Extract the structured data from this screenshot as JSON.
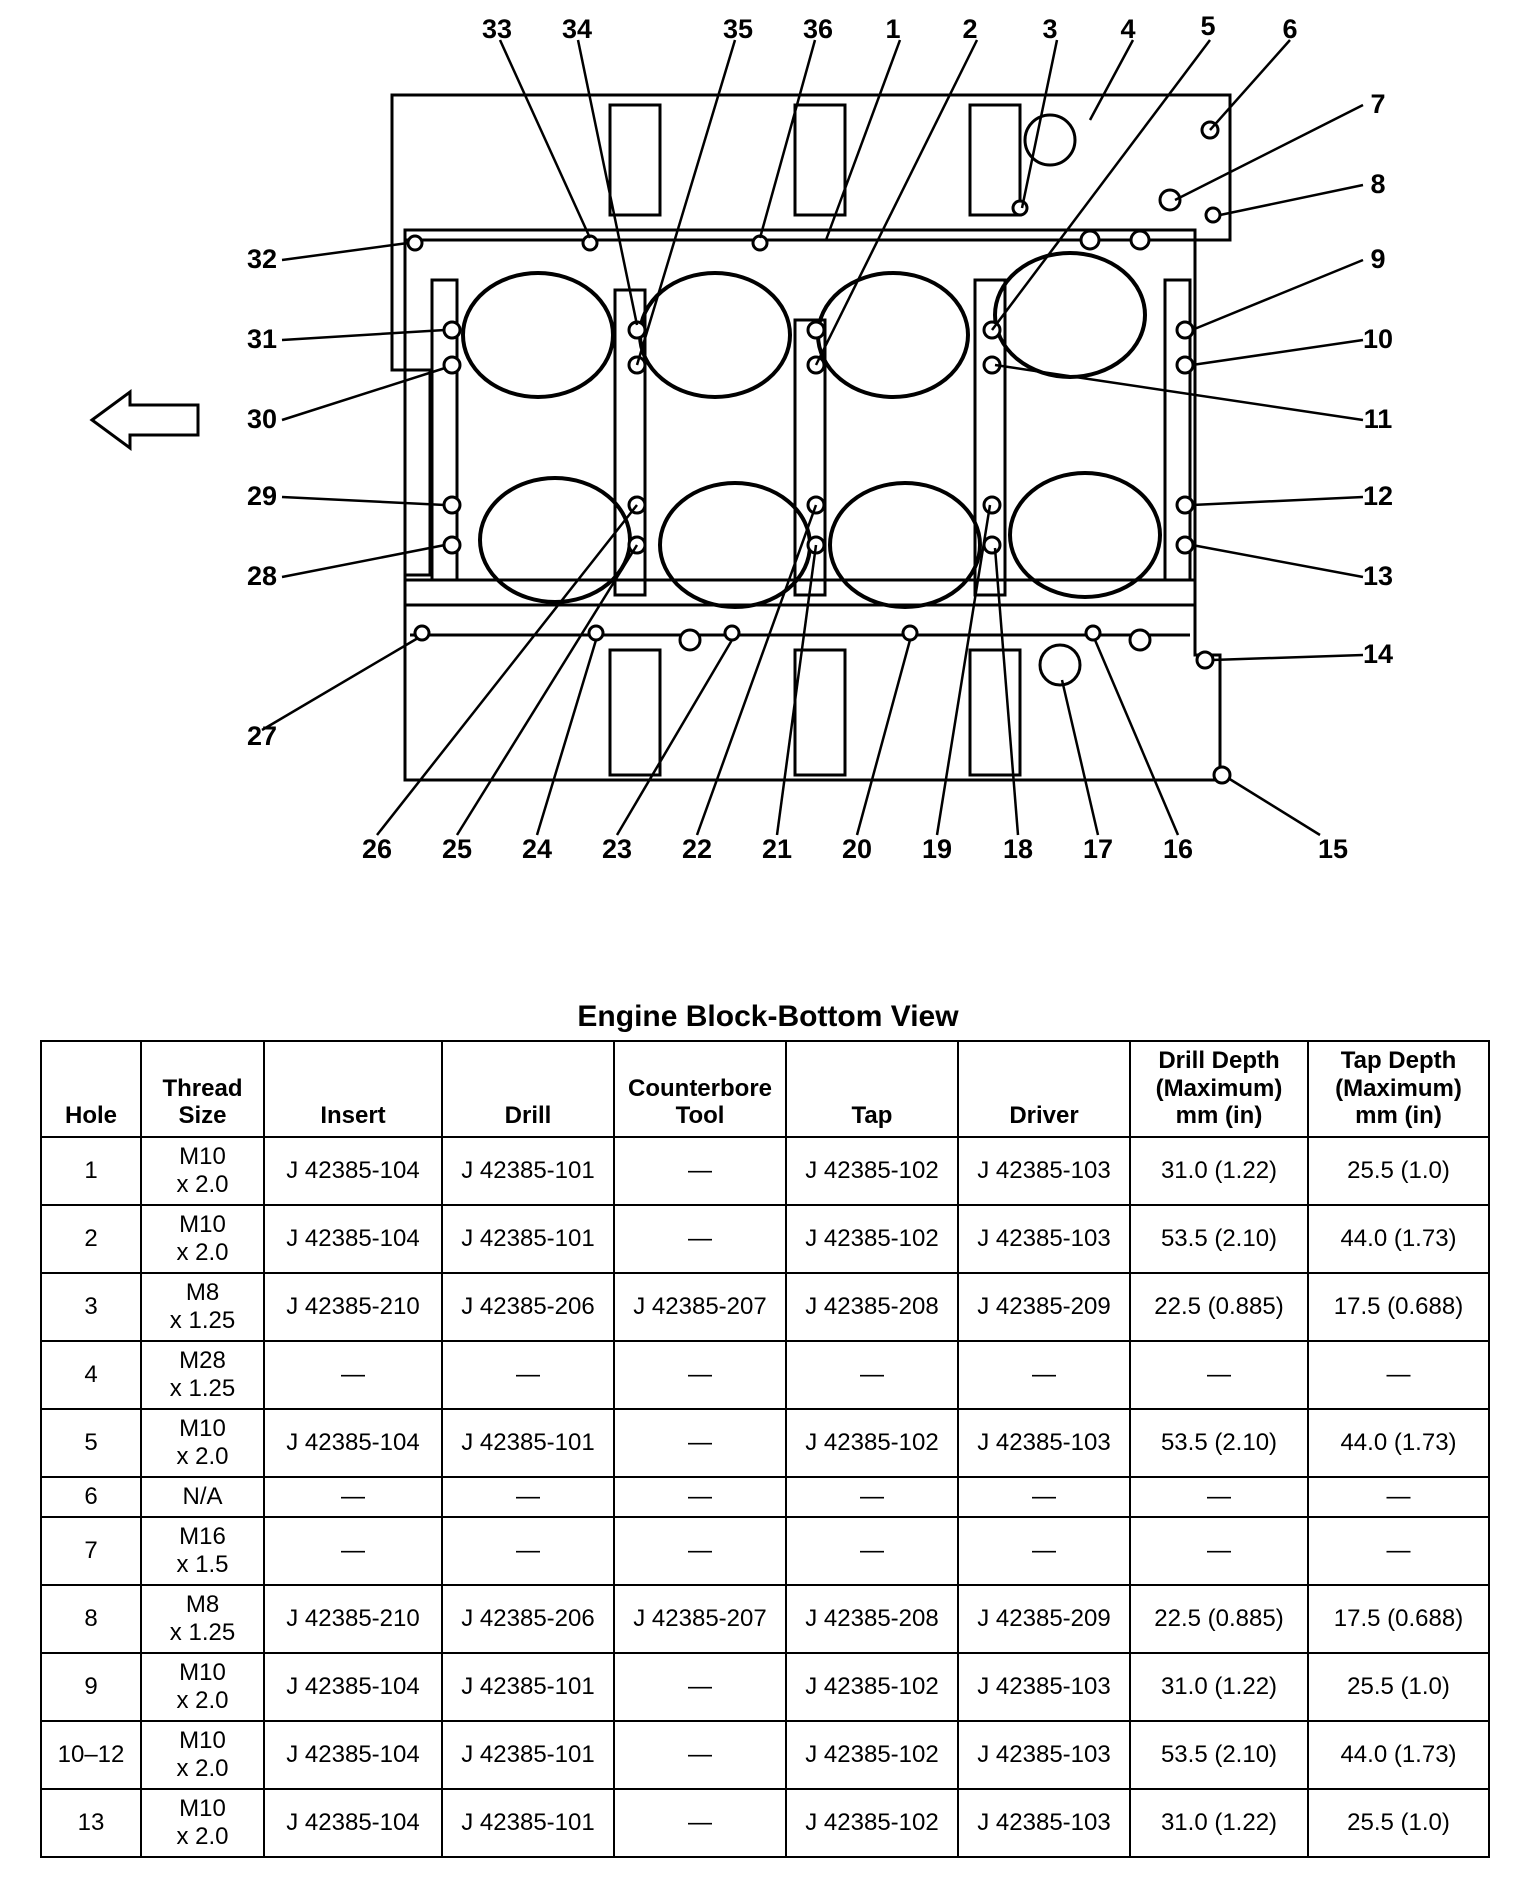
{
  "diagram": {
    "callouts": [
      "1",
      "2",
      "3",
      "4",
      "5",
      "6",
      "7",
      "8",
      "9",
      "10",
      "11",
      "12",
      "13",
      "14",
      "15",
      "16",
      "17",
      "18",
      "19",
      "20",
      "21",
      "22",
      "23",
      "24",
      "25",
      "26",
      "27",
      "28",
      "29",
      "30",
      "31",
      "32",
      "33",
      "34",
      "35",
      "36"
    ],
    "arrow_icon": "left-arrow-icon"
  },
  "table": {
    "title": "Engine Block-Bottom View",
    "headers": [
      "Hole",
      "Thread\nSize",
      "Insert",
      "Drill",
      "Counterbore\nTool",
      "Tap",
      "Driver",
      "Drill Depth\n(Maximum)\nmm (in)",
      "Tap Depth\n(Maximum)\nmm (in)"
    ],
    "rows": [
      [
        "1",
        "M10\nx 2.0",
        "J 42385-104",
        "J 42385-101",
        "—",
        "J 42385-102",
        "J 42385-103",
        "31.0 (1.22)",
        "25.5 (1.0)"
      ],
      [
        "2",
        "M10\nx 2.0",
        "J 42385-104",
        "J 42385-101",
        "—",
        "J 42385-102",
        "J 42385-103",
        "53.5 (2.10)",
        "44.0 (1.73)"
      ],
      [
        "3",
        "M8\nx 1.25",
        "J 42385-210",
        "J 42385-206",
        "J 42385-207",
        "J 42385-208",
        "J 42385-209",
        "22.5 (0.885)",
        "17.5 (0.688)"
      ],
      [
        "4",
        "M28\nx 1.25",
        "—",
        "—",
        "—",
        "—",
        "—",
        "—",
        "—"
      ],
      [
        "5",
        "M10\nx 2.0",
        "J 42385-104",
        "J 42385-101",
        "—",
        "J 42385-102",
        "J 42385-103",
        "53.5 (2.10)",
        "44.0 (1.73)"
      ],
      [
        "6",
        "N/A",
        "—",
        "—",
        "—",
        "—",
        "—",
        "—",
        "—"
      ],
      [
        "7",
        "M16\nx 1.5",
        "—",
        "—",
        "—",
        "—",
        "—",
        "—",
        "—"
      ],
      [
        "8",
        "M8\nx 1.25",
        "J 42385-210",
        "J 42385-206",
        "J 42385-207",
        "J 42385-208",
        "J 42385-209",
        "22.5 (0.885)",
        "17.5 (0.688)"
      ],
      [
        "9",
        "M10\nx 2.0",
        "J 42385-104",
        "J 42385-101",
        "—",
        "J 42385-102",
        "J 42385-103",
        "31.0 (1.22)",
        "25.5 (1.0)"
      ],
      [
        "10–12",
        "M10\nx 2.0",
        "J 42385-104",
        "J 42385-101",
        "—",
        "J 42385-102",
        "J 42385-103",
        "53.5 (2.10)",
        "44.0 (1.73)"
      ],
      [
        "13",
        "M10\nx 2.0",
        "J 42385-104",
        "J 42385-101",
        "—",
        "J 42385-102",
        "J 42385-103",
        "31.0 (1.22)",
        "25.5 (1.0)"
      ]
    ]
  }
}
